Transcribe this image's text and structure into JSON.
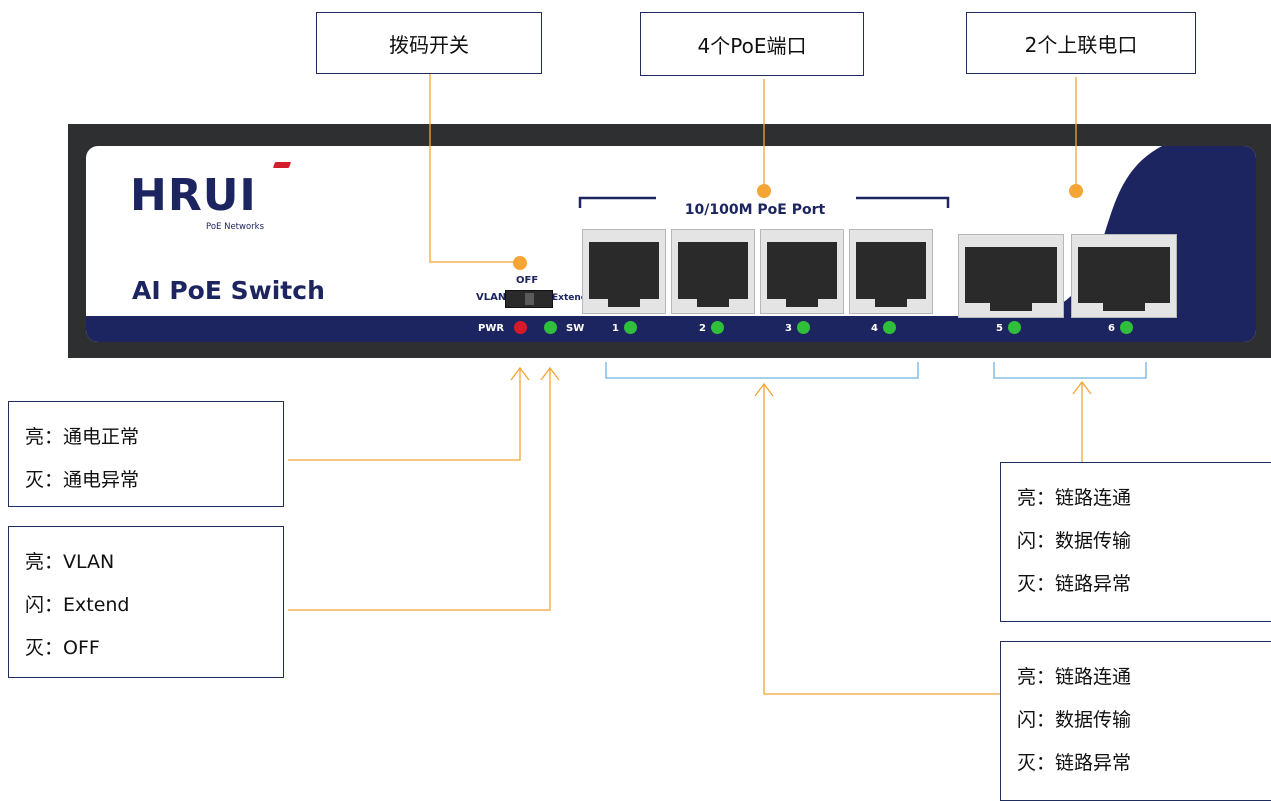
{
  "callouts_top": {
    "dip_switch": "拨码开关",
    "poe_ports": "4个PoE端口",
    "uplink_ports": "2个上联电口"
  },
  "switch": {
    "brand": "HRUI",
    "brand_sub": "PoE Networks",
    "product_name": "AI PoE Switch",
    "port_group_label": "10/100M PoE Port",
    "dip_off": "OFF",
    "dip_vlan": "VLAN",
    "dip_extend": "Extend",
    "led_pwr": "PWR",
    "led_sw": "SW",
    "port_numbers": [
      "1",
      "2",
      "3",
      "4",
      "5",
      "6"
    ]
  },
  "callouts_side": {
    "pwr": [
      "亮：通电正常",
      "灭：通电异常"
    ],
    "sw": [
      "亮：VLAN",
      "闪：Extend",
      "灭：OFF"
    ],
    "uplink": [
      "亮：链路连通",
      "闪：数据传输",
      "灭：链路异常"
    ],
    "poe": [
      "亮：链路连通",
      "闪：数据传输",
      "灭：链路异常"
    ]
  },
  "colors": {
    "navy": "#1d2560",
    "callout_line": "#f5a536",
    "bracket": "#6fb5de",
    "led_green": "#2fbf3a",
    "led_red": "#d8192a"
  }
}
